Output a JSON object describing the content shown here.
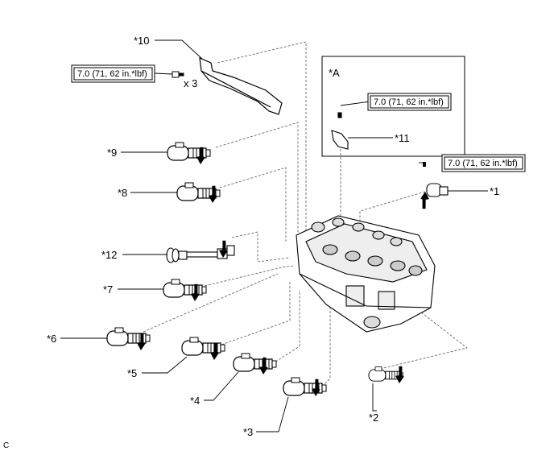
{
  "callouts": {
    "c1": "*1",
    "c2": "*2",
    "c3": "*3",
    "c4": "*4",
    "c5": "*5",
    "c6": "*6",
    "c7": "*7",
    "c8": "*8",
    "c9": "*9",
    "c10": "*10",
    "c11": "*11",
    "c12": "*12",
    "a": "*A"
  },
  "torque": {
    "t1": "7.0 (71, 62 in.*lbf)",
    "t2": "7.0 (71, 62 in.*lbf)",
    "t3": "7.0 (71, 62 in.*lbf)"
  },
  "qty": "x 3",
  "corner": "C"
}
